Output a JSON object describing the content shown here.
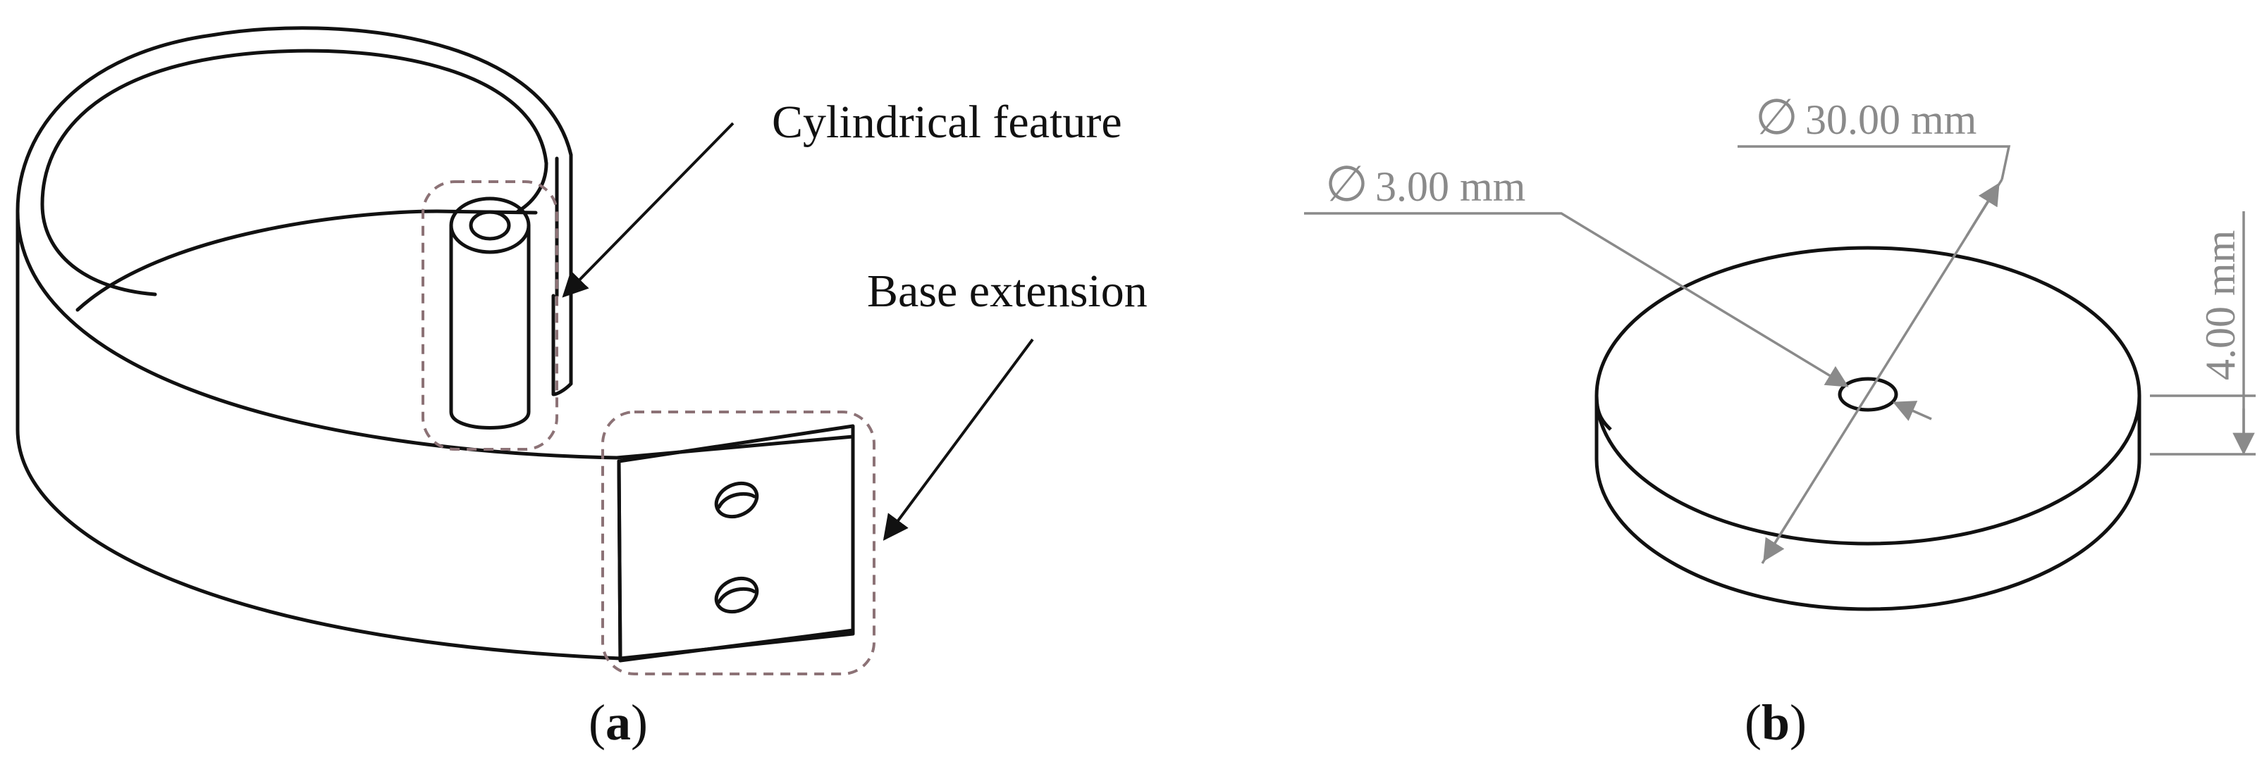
{
  "panel_a": {
    "label_cylindrical": "Cylindrical feature",
    "label_base": "Base extension",
    "caption_open": "(",
    "caption_letter": "a",
    "caption_close": ")"
  },
  "panel_b": {
    "dim_outer": "30.00 mm",
    "dim_hole": "3.00 mm",
    "dim_height": "4.00 mm",
    "diameter_symbol": "∅",
    "caption_open": "(",
    "caption_letter": "b",
    "caption_close": ")"
  },
  "colors": {
    "outline": "#111111",
    "dashed_highlight": "#8c7276",
    "dimension": "#8a8a8a"
  }
}
